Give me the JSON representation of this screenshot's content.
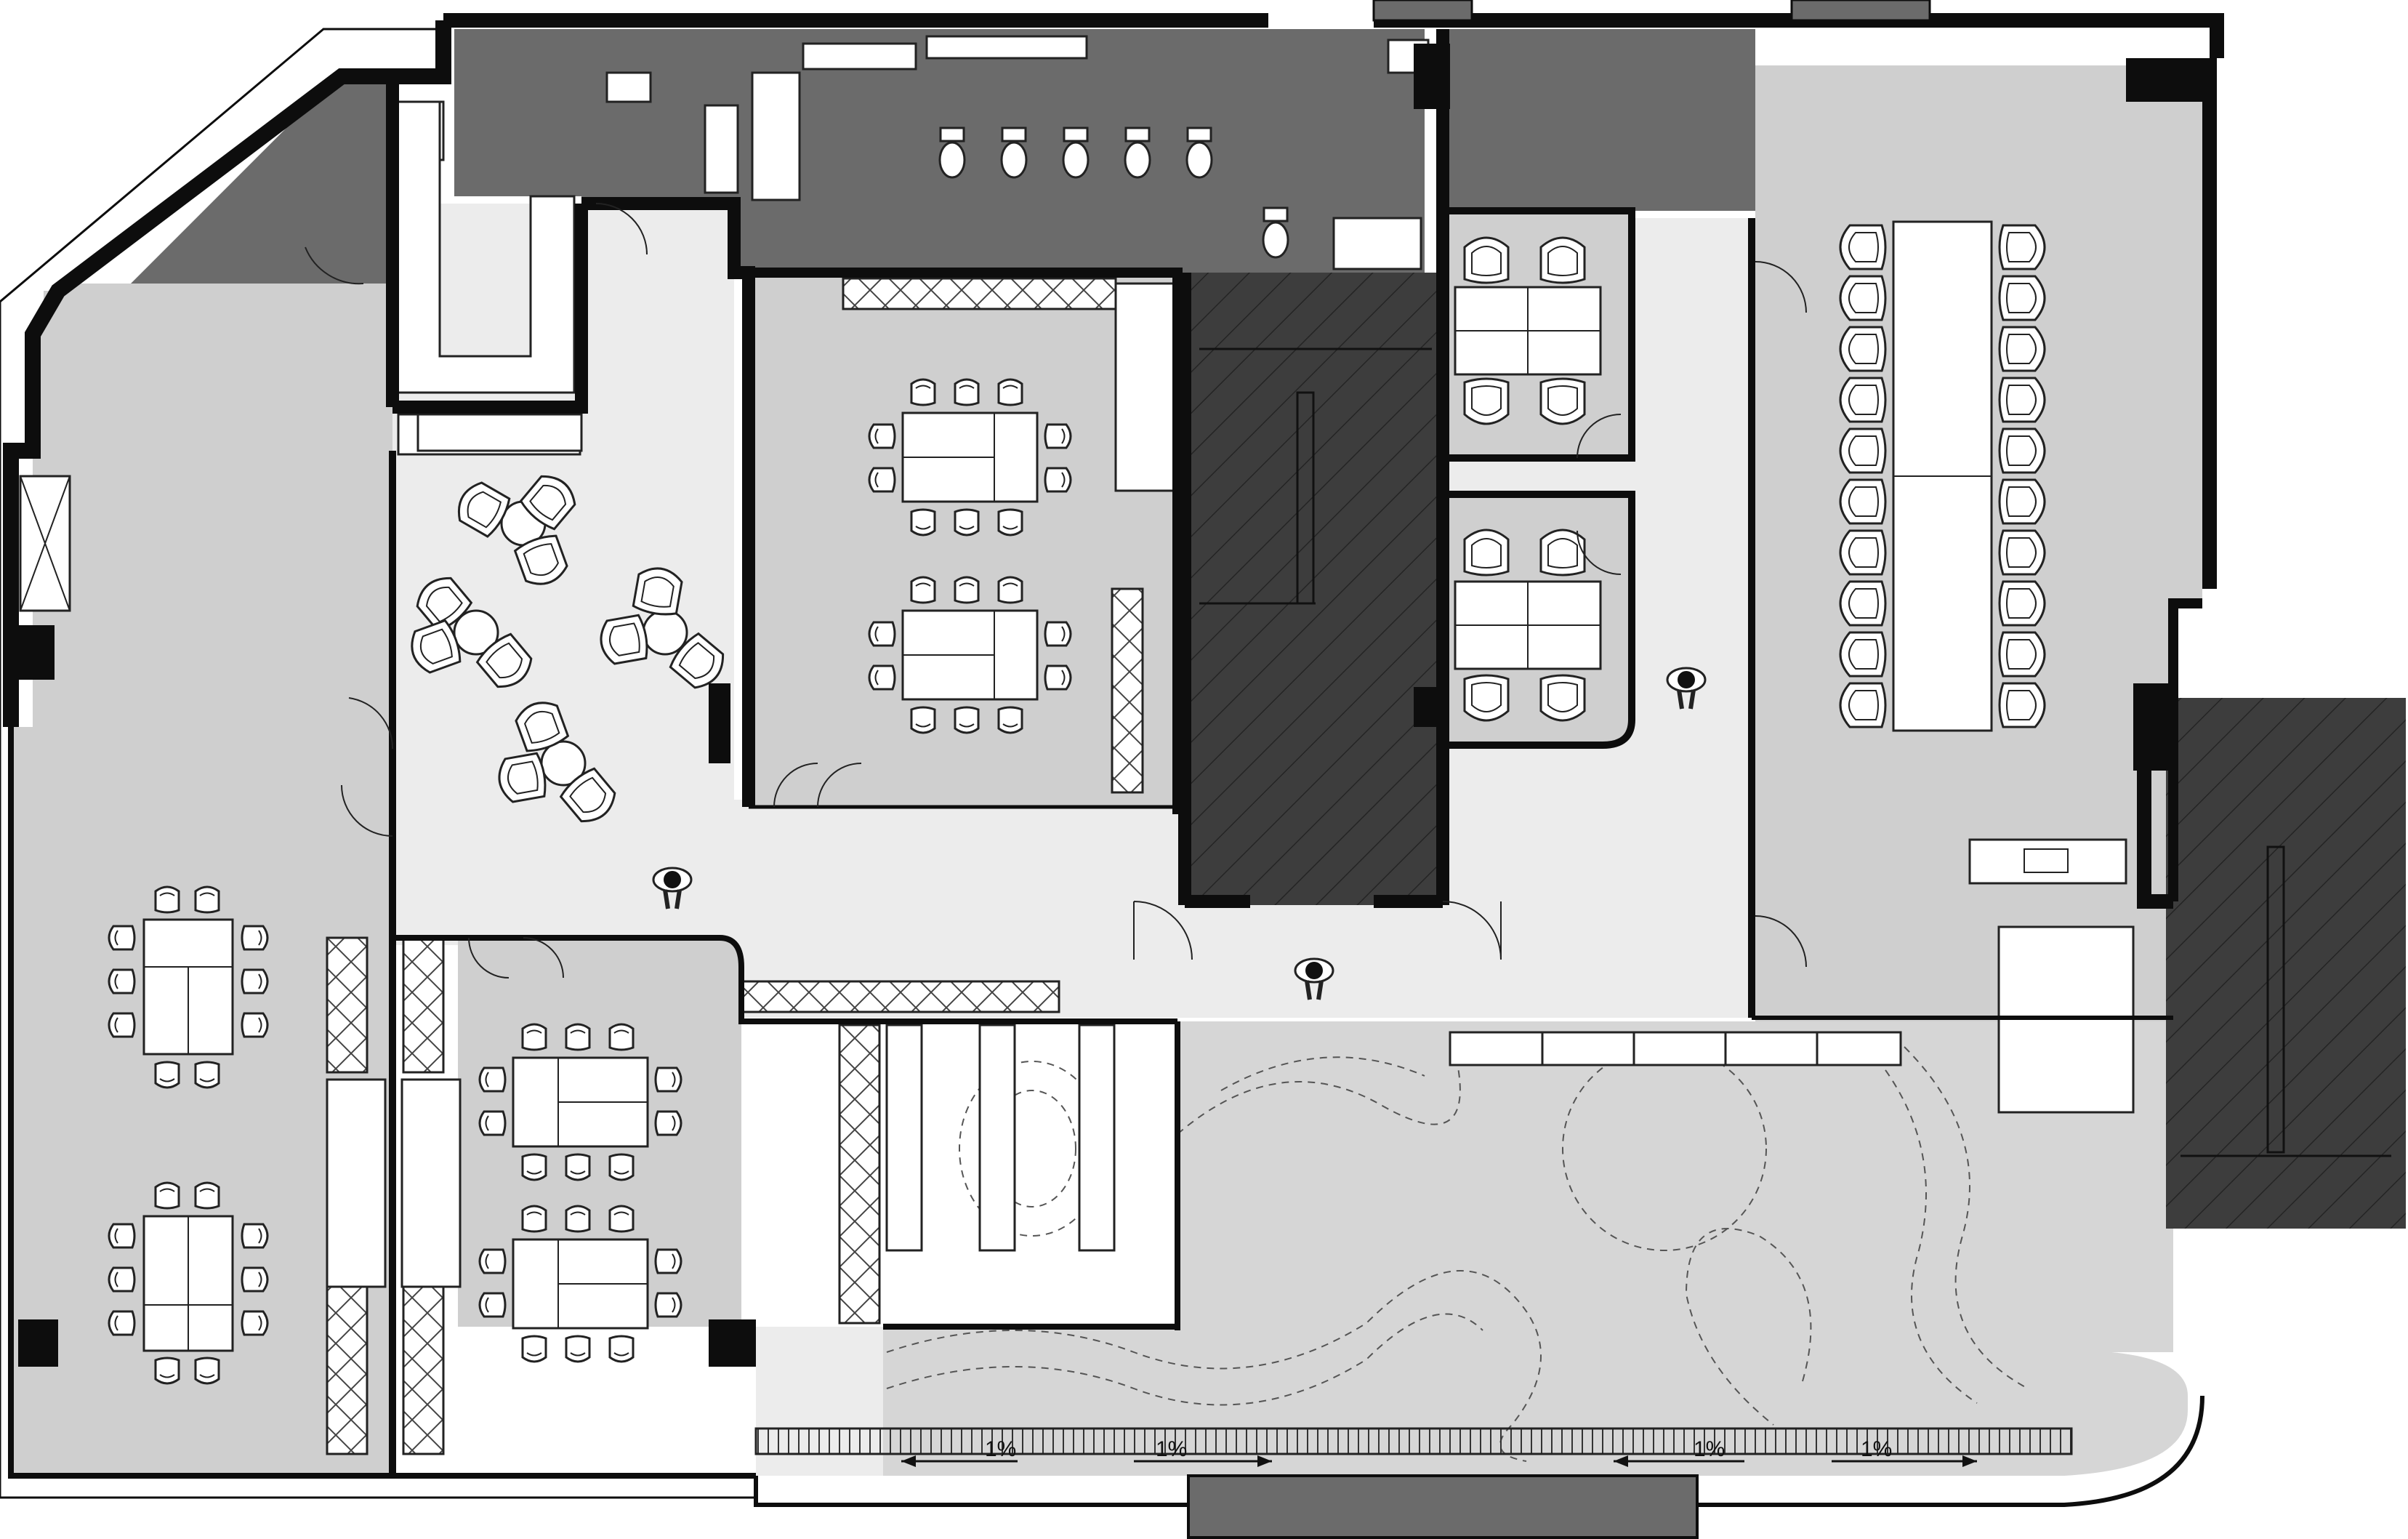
{
  "drawing": {
    "colors": {
      "background": "#ffffff",
      "wall": "#0d0d0d",
      "service_core": "#6b6b6b",
      "stair": "#3d3d3d",
      "office": "#cfcfcf",
      "corridor": "#ececec",
      "terrace": "#d6d6d6",
      "furniture": "#ffffff",
      "line": "#222222"
    },
    "slope_labels": [
      "1%",
      "1%",
      "1%",
      "1%"
    ],
    "rooms": [
      {
        "id": "restrooms",
        "kind": "service"
      },
      {
        "id": "pantry",
        "kind": "service"
      },
      {
        "id": "main-stair-core",
        "kind": "stair"
      },
      {
        "id": "exterior-stair",
        "kind": "stair"
      },
      {
        "id": "west-open-office",
        "kind": "office"
      },
      {
        "id": "central-meeting-room",
        "kind": "office"
      },
      {
        "id": "south-meeting-room",
        "kind": "office"
      },
      {
        "id": "phone-booth-north",
        "kind": "office"
      },
      {
        "id": "phone-booth-south",
        "kind": "office"
      },
      {
        "id": "boardroom",
        "kind": "office"
      },
      {
        "id": "lounge",
        "kind": "corridor"
      },
      {
        "id": "roof-terrace",
        "kind": "terrace"
      }
    ]
  }
}
